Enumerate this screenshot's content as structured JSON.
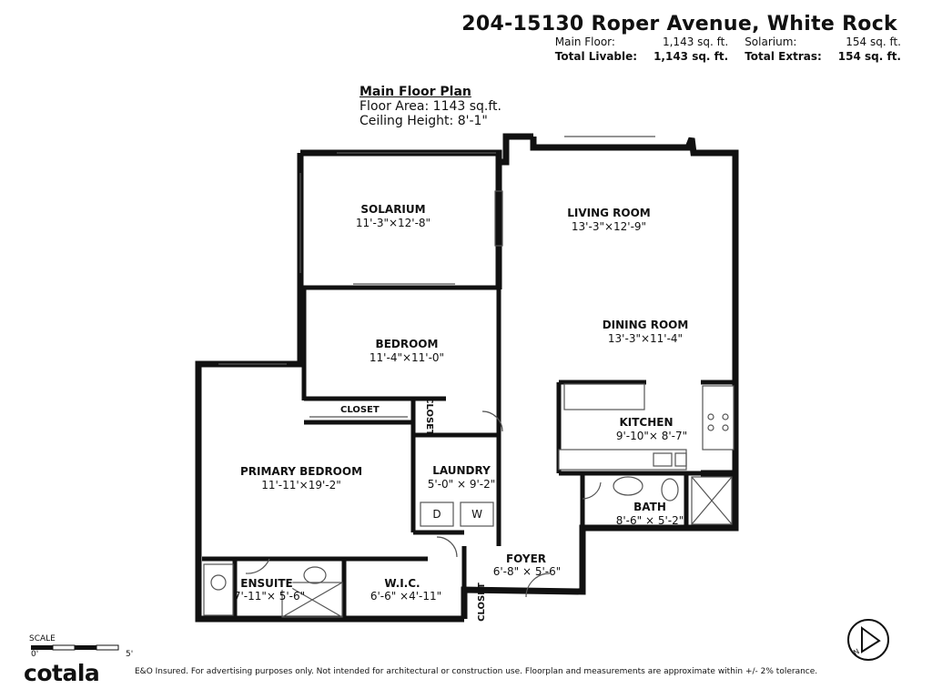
{
  "header": {
    "address": "204-15130 Roper Avenue, White Rock",
    "main_floor_label": "Main Floor:",
    "main_floor_value": "1,143 sq. ft.",
    "solarium_label": "Solarium:",
    "solarium_value": "154 sq. ft.",
    "total_livable_label": "Total Livable:",
    "total_livable_value": "1,143 sq. ft.",
    "total_extras_label": "Total Extras:",
    "total_extras_value": "154 sq. ft."
  },
  "plan_info": {
    "title": "Main Floor Plan",
    "area": "Floor Area: 1143 sq.ft.",
    "ceiling": "Ceiling Height: 8'-1\""
  },
  "rooms": {
    "solarium": {
      "name": "SOLARIUM",
      "dims": "11'-3\"×12'-8\""
    },
    "living": {
      "name": "LIVING ROOM",
      "dims": "13'-3\"×12'-9\""
    },
    "dining": {
      "name": "DINING ROOM",
      "dims": "13'-3\"×11'-4\""
    },
    "bedroom": {
      "name": "BEDROOM",
      "dims": "11'-4\"×11'-0\""
    },
    "kitchen": {
      "name": "KITCHEN",
      "dims": "9'-10\"× 8'-7\""
    },
    "primary": {
      "name": "PRIMARY BEDROOM",
      "dims": "11'-11'×19'-2\""
    },
    "laundry": {
      "name": "LAUNDRY",
      "dims": "5'-0\" × 9'-2\""
    },
    "bath": {
      "name": "BATH",
      "dims": "8'-6\" × 5'-2\""
    },
    "foyer": {
      "name": "FOYER",
      "dims": "6'-8\" × 5'-6\""
    },
    "ensuite": {
      "name": "ENSUITE",
      "dims": "7'-11\"× 5'-6\""
    },
    "wic": {
      "name": "W.I.C.",
      "dims": "6'-6\" ×4'-11\""
    },
    "closet_bedroom": "CLOSET",
    "closet_small": "CLOSET",
    "closet_foyer": "CLOSET"
  },
  "appliances": {
    "dryer": "D",
    "washer": "W"
  },
  "scale": {
    "label": "SCALE",
    "min": "0'",
    "max": "5'"
  },
  "compass": {
    "label": "N"
  },
  "footer": {
    "brand": "cotala",
    "disclaimer": "E&O Insured. For advertising purposes only. Not intended for architectural or construction use. Floorplan and measurements are approximate within +/- 2% tolerance."
  }
}
